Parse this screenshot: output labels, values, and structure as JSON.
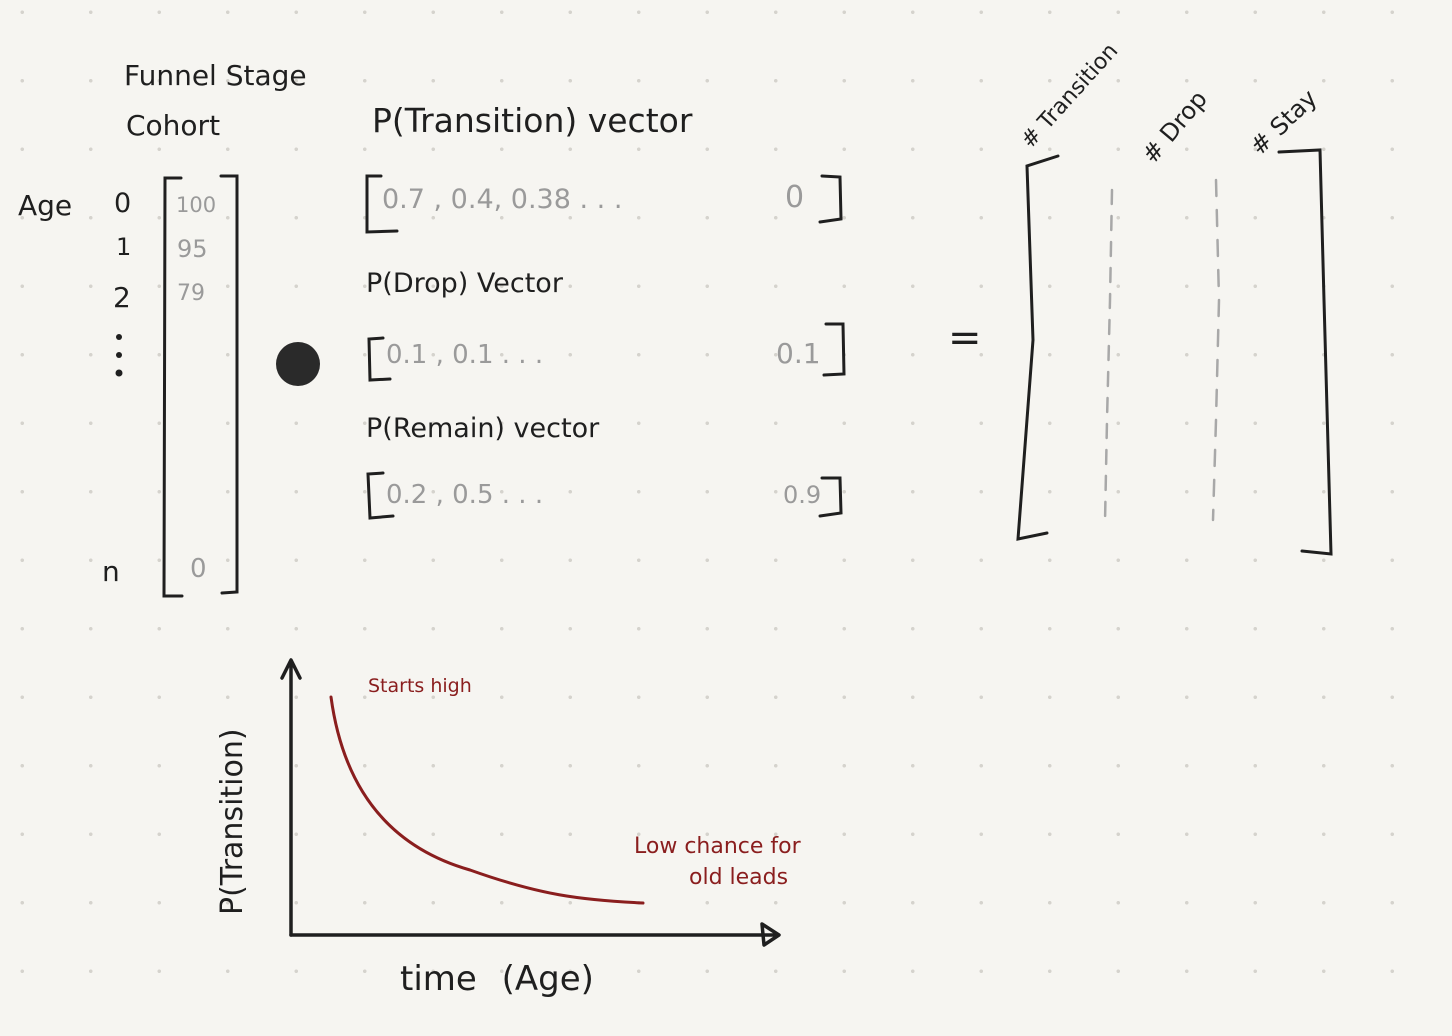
{
  "cohort": {
    "title_line1": "Funnel Stage",
    "title_line2": "Cohort",
    "age_label": "Age",
    "ages": [
      "0",
      "1",
      "2",
      "n"
    ],
    "values": [
      "100",
      "95",
      "79",
      "0"
    ]
  },
  "vectors": {
    "transition_title": "P(Transition) vector",
    "transition_values": "0.7 , 0.4, 0.38 . . .",
    "transition_last": "0",
    "drop_title": "P(Drop) Vector",
    "drop_values": "0.1 , 0.1 . . .",
    "drop_last": "0.1",
    "remain_title": "P(Remain) vector",
    "remain_values": "0.2 , 0.5 . . .",
    "remain_last": "0.9"
  },
  "equals_sign": "=",
  "result_matrix": {
    "col1": "# Transition",
    "col2": "# Drop",
    "col3": "# Stay"
  },
  "chart_data": {
    "type": "line",
    "ylabel": "P(Transition)",
    "xlabel": "time (Age)",
    "annotations": [
      "Starts high",
      "Low chance for",
      "old leads"
    ],
    "series_color": "#8a1e1e",
    "shape": "exponential decay"
  }
}
